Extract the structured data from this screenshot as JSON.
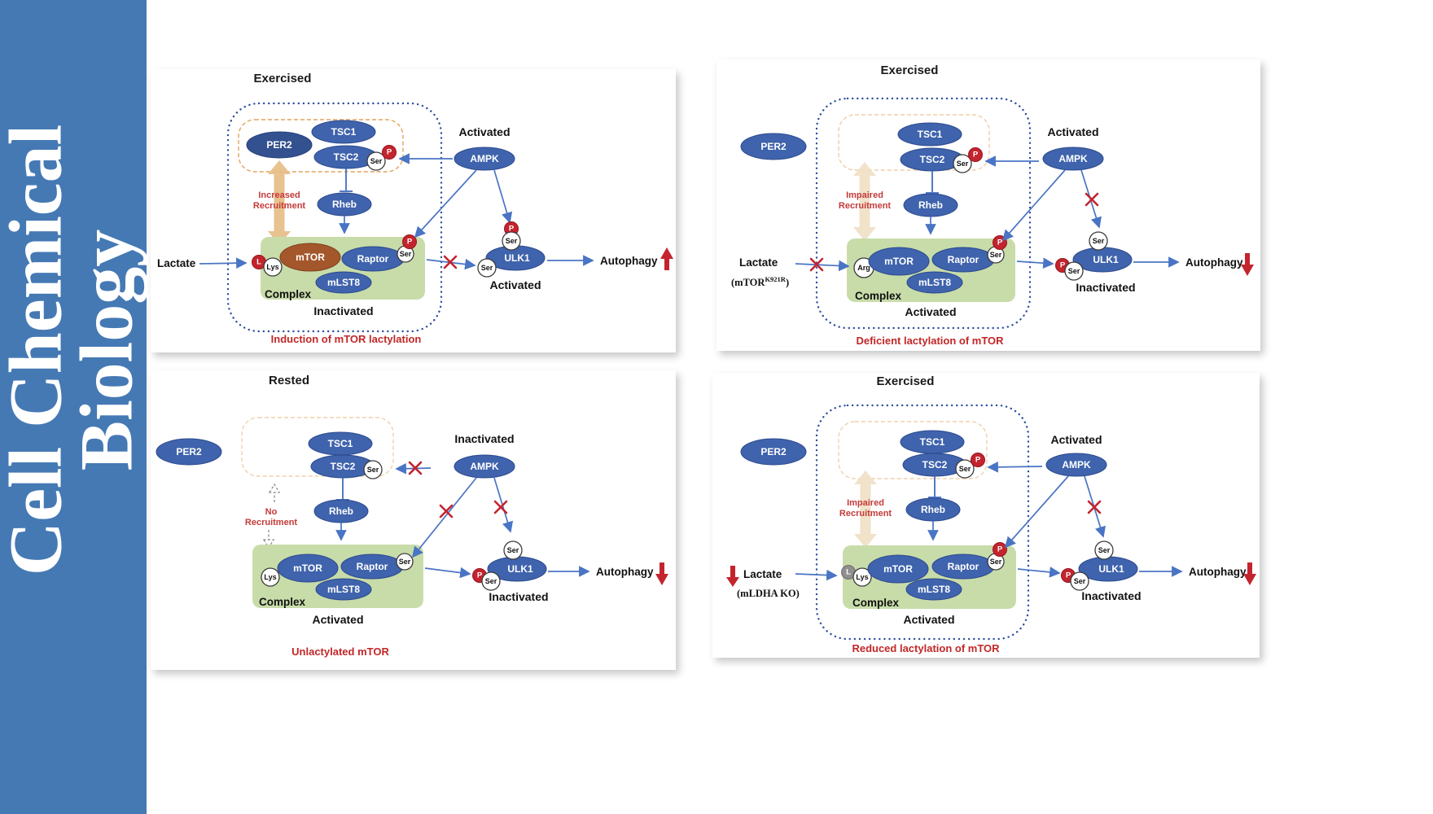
{
  "colors": {
    "sidebar_blue": "#4579b4",
    "node_blue": "#3f63ac",
    "per2_dark_blue": "#33508f",
    "lactylated_mtor_brown": "#a4572b",
    "complex_green": "#c8dcaa",
    "accent_red": "#c4242e",
    "recruitment_tan": "#e6bd85",
    "dotted_border_blue": "#2d4f9e"
  },
  "sidebar": {
    "title_line1": "Cell Chemical",
    "title_line2": "Biology"
  },
  "panel1": {
    "title": "Exercised",
    "per2": "PER2",
    "tsc1": "TSC1",
    "tsc2": "TSC2",
    "rheb": "Rheb",
    "ampk": "AMPK",
    "ampk_state": "Activated",
    "ser": "Ser",
    "p": "P",
    "l": "L",
    "lys": "Lys",
    "recruitment_line1": "Increased",
    "recruitment_line2": "Recruitment",
    "lactate": "Lactate",
    "mtor": "mTOR",
    "raptor": "Raptor",
    "mlst8": "mLST8",
    "complex": "Complex",
    "complex_state": "Inactivated",
    "ulk1": "ULK1",
    "ulk1_state": "Activated",
    "autophagy": "Autophagy",
    "autophagy_direction": "up",
    "caption": "Induction of mTOR lactylation"
  },
  "panel2": {
    "title": "Exercised",
    "per2": "PER2",
    "tsc1": "TSC1",
    "tsc2": "TSC2",
    "rheb": "Rheb",
    "ampk": "AMPK",
    "ampk_state": "Activated",
    "ser": "Ser",
    "p": "P",
    "arg": "Arg",
    "recruitment_line1": "Impaired",
    "recruitment_line2": "Recruitment",
    "lactate": "Lactate",
    "mutant_pre": "(mTOR",
    "mutant_sup": "K921R",
    "mutant_post": ")",
    "mtor": "mTOR",
    "raptor": "Raptor",
    "mlst8": "mLST8",
    "complex": "Complex",
    "complex_state": "Activated",
    "ulk1": "ULK1",
    "ulk1_state": "Inactivated",
    "autophagy": "Autophagy",
    "autophagy_direction": "down",
    "caption": "Deficient lactylation of mTOR"
  },
  "panel3": {
    "title": "Rested",
    "per2": "PER2",
    "tsc1": "TSC1",
    "tsc2": "TSC2",
    "rheb": "Rheb",
    "ampk": "AMPK",
    "ampk_state": "Inactivated",
    "ser": "Ser",
    "p": "P",
    "lys": "Lys",
    "recruitment_line1": "No",
    "recruitment_line2": "Recruitment",
    "mtor": "mTOR",
    "raptor": "Raptor",
    "mlst8": "mLST8",
    "complex": "Complex",
    "complex_state": "Activated",
    "ulk1": "ULK1",
    "ulk1_state": "Inactivated",
    "autophagy": "Autophagy",
    "autophagy_direction": "down",
    "caption": "Unlactylated mTOR"
  },
  "panel4": {
    "title": "Exercised",
    "per2": "PER2",
    "tsc1": "TSC1",
    "tsc2": "TSC2",
    "rheb": "Rheb",
    "ampk": "AMPK",
    "ampk_state": "Activated",
    "ser": "Ser",
    "p": "P",
    "l": "L",
    "lys": "Lys",
    "recruitment_line1": "Impaired",
    "recruitment_line2": "Recruitment",
    "lactate": "Lactate",
    "knockout_note": "(mLDHA KO)",
    "mtor": "mTOR",
    "raptor": "Raptor",
    "mlst8": "mLST8",
    "complex": "Complex",
    "complex_state": "Activated",
    "ulk1": "ULK1",
    "ulk1_state": "Inactivated",
    "autophagy": "Autophagy",
    "autophagy_direction": "down",
    "caption": "Reduced lactylation of mTOR"
  }
}
